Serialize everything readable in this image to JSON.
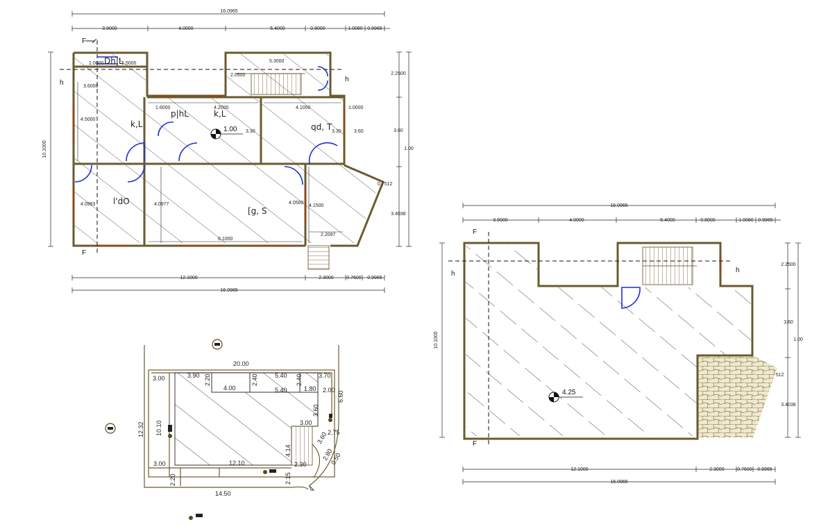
{
  "plan1": {
    "overall_top": "16.0965",
    "top_dims": [
      "3.9000",
      "4.0000",
      "5.4000",
      "0.8000",
      "1.0080",
      "0.9965"
    ],
    "bottom_dims": [
      "12.1000",
      "2.3000",
      "0.7600",
      "0.9965"
    ],
    "overall_bottom": "16.0965",
    "left_dim": "10.1000",
    "right_dims": [
      "2.2500",
      "3.60",
      "3.4038"
    ],
    "right_total": "1.00",
    "inner_dims": [
      "2.0000",
      "1.5000",
      "3.6000",
      "4.5000",
      "1.6000",
      "4.2000",
      "4.1000",
      "1.0000",
      "5.3000",
      "2.0500",
      "3.30",
      "3.30",
      "3.60",
      "4.0983",
      "4.0977",
      "4.0500",
      "4.1500",
      "8.1000",
      "2.2097",
      "0.7512"
    ],
    "room_labels": [
      "Dh|L",
      "k,L",
      "p|hL",
      "k,L",
      "qd, T",
      "l'dO",
      "[g, S"
    ],
    "level": "1.00",
    "section_marks": [
      "F",
      "F",
      "h",
      "h"
    ]
  },
  "plan2": {
    "overall_top": "16.0965",
    "top_dims": [
      "3.9000",
      "4.0000",
      "5.4000",
      "0.8000",
      "1.0080",
      "0.9965"
    ],
    "bottom_dims": [
      "12.1000",
      "2.3000",
      "0.7600",
      "0.9965"
    ],
    "overall_bottom": "16.0965",
    "left_dim": "10.1000",
    "right_dims": [
      "2.2500",
      "3.60",
      "3.4038"
    ],
    "right_total": "1.00",
    "extra_dim": "0.7512",
    "level": "4.25",
    "section_marks": [
      "F",
      "F",
      "h",
      "h"
    ]
  },
  "site": {
    "dims": [
      "20.00",
      "3.00",
      "3.90",
      "2.20",
      "4.00",
      "2.40",
      "5.40",
      "2.40",
      "3.70",
      "5.40",
      "1.80",
      "2.00",
      "6.60",
      "12.32",
      "10.10",
      "3.60",
      "3.00",
      "3.60",
      "2.75",
      "4.14",
      "2.80",
      "2.30",
      "0.50",
      "12.10",
      "3.00",
      "2.20",
      "2.15",
      "14.50"
    ]
  }
}
